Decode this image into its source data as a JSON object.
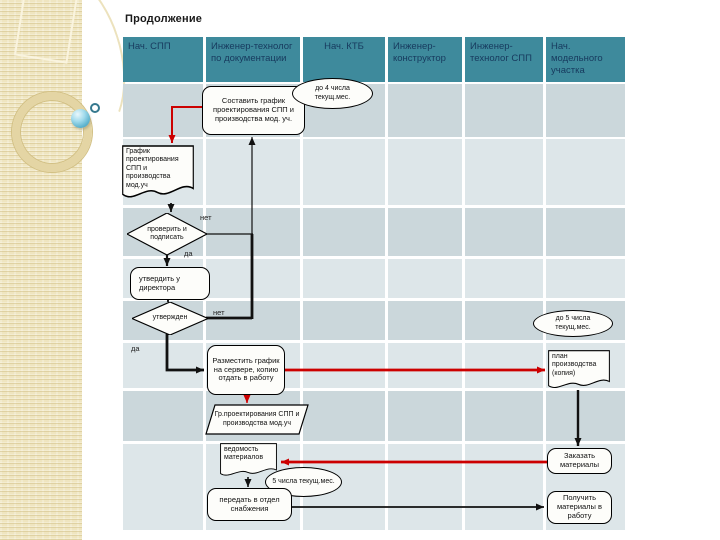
{
  "slide": {
    "title": "Продолжение"
  },
  "table": {
    "columns": [
      "Нач. СПП",
      "Инженер-технолог по документации",
      "Нач. КТБ",
      "Инженер-конструктор",
      "Инженер-технолог СПП",
      "Нач. модельного участка"
    ]
  },
  "flowchart": {
    "labels": {
      "yes": "да",
      "no": "нет"
    },
    "nodes": {
      "compose_schedule": "Составить график проектирования СПП и производства мод. уч.",
      "deadline_day4": "до 4 числа текущ.мес.",
      "schedule_doc": "График проектирования СПП и производства мод.уч",
      "check_and_sign": "проверить и подписать",
      "approve_with_director": "утвердить у директора",
      "approved": "утвержден",
      "publish_schedule": "Разместить график на сервере, копию отдать в работу",
      "schedule_copy": "Гр.проектирования СПП и производства мод.уч",
      "materials_list": "ведомость материалов",
      "deadline_day5": "5 числа текущ.мес.",
      "send_to_supply": "передать в отдел снабжения",
      "deadline_by_day5": "до 5 числа текущ.мес.",
      "production_plan": "план производства (копия)",
      "order_materials": "Заказать материалы",
      "receive_materials": "Получить материалы в работу"
    }
  },
  "colors": {
    "header_teal": "#3e8a9c",
    "header_text": "#173a5e",
    "row_dark": "#cbd7db",
    "row_light": "#dde6e9",
    "arrow_red": "#cc0000",
    "arrow_black": "#111111",
    "strip_beige": "#efe5c0"
  }
}
